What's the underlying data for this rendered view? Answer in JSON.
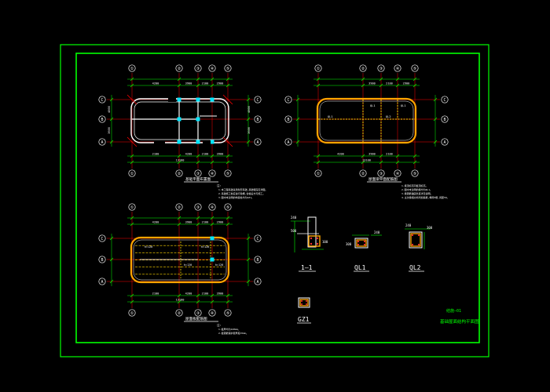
{
  "colors": {
    "background": "#000000",
    "frame": "#00ff00",
    "axis_line": "#ff0000",
    "axis_bubble": "#ffffff",
    "wall": "#ffffff",
    "dim_line": "#00ff00",
    "rebar": "#ffa500",
    "slab_rebar": "#ffd700",
    "column": "#00e5ff",
    "note_text": "#ffffff"
  },
  "plans": {
    "plan1": {
      "axis_top": [
        "①",
        "②",
        "③",
        "④",
        "⑤"
      ],
      "axis_left": [
        "C",
        "B",
        "A"
      ],
      "axis_right": [
        "C",
        "B",
        "A"
      ],
      "dims_top": [
        "4200",
        "3900",
        "2100",
        "2900"
      ],
      "dims_left": [
        "4800",
        "3600"
      ],
      "dims_right": [
        "4800",
        "3600"
      ],
      "dims_bottom": [
        "2100",
        "4200",
        "2100",
        "3900"
      ],
      "total_bottom": "13100",
      "title": "基础平面布置图",
      "notes_head": "注:",
      "notes": [
        "1.本工程基础采用条形基础,基础埋深见详图。",
        "2.基础施工前应进行验槽,合格后方可施工。",
        "3.图中未注明的构造柱均为GZ1。"
      ]
    },
    "plan2": {
      "axis_top": [
        "①",
        "②",
        "③",
        "④",
        "⑤"
      ],
      "axis_left": [
        "C",
        "B",
        "A"
      ],
      "axis_right": [
        "C",
        "B",
        "A"
      ],
      "dims_top": [
        "3900",
        "2100",
        "2900"
      ],
      "dims_bottom": [
        "4200",
        "3900",
        "2100"
      ],
      "total_bottom": "13100",
      "beam_labels": [
        "QL1",
        "QL1",
        "QL1",
        "QL2"
      ],
      "title": "屋面梁平面配筋图",
      "notes": [
        "1.梁顶标高同板顶标高。",
        "2.图中未注明的梁均为QL1。",
        "3.梁钢筋锚固长度详见说明。",
        "4.主次梁相交处附加箍筋,每侧3根,间距50。"
      ]
    },
    "plan3": {
      "axis_top": [
        "①",
        "②",
        "③",
        "④",
        "⑤"
      ],
      "axis_left": [
        "C",
        "B",
        "A"
      ],
      "axis_right": [
        "C",
        "B",
        "A"
      ],
      "dims_top": [
        "4200",
        "3900",
        "2100",
        "2900"
      ],
      "dims_bottom": [
        "2100",
        "4200",
        "2100",
        "3900"
      ],
      "total_bottom": "13100",
      "slab_labels": [
        "h=120",
        "h=120",
        "h=120",
        "h=120"
      ],
      "title": "屋面板配筋图",
      "notes_head": "注:",
      "notes": [
        "1.板厚均为120mm。",
        "2.板钢筋保护层厚度15mm。"
      ]
    }
  },
  "details": {
    "section1": {
      "label": "1—1",
      "dims": [
        "240",
        "500",
        "100"
      ]
    },
    "ql1": {
      "label": "QL1",
      "dims": [
        "240",
        "300"
      ]
    },
    "ql2": {
      "label": "QL2",
      "dims": [
        "240",
        "300"
      ]
    },
    "gz1": {
      "label": "GZ1"
    }
  },
  "title_block": {
    "line1": "结施—01",
    "line2": "基础屋面结构平面图"
  }
}
